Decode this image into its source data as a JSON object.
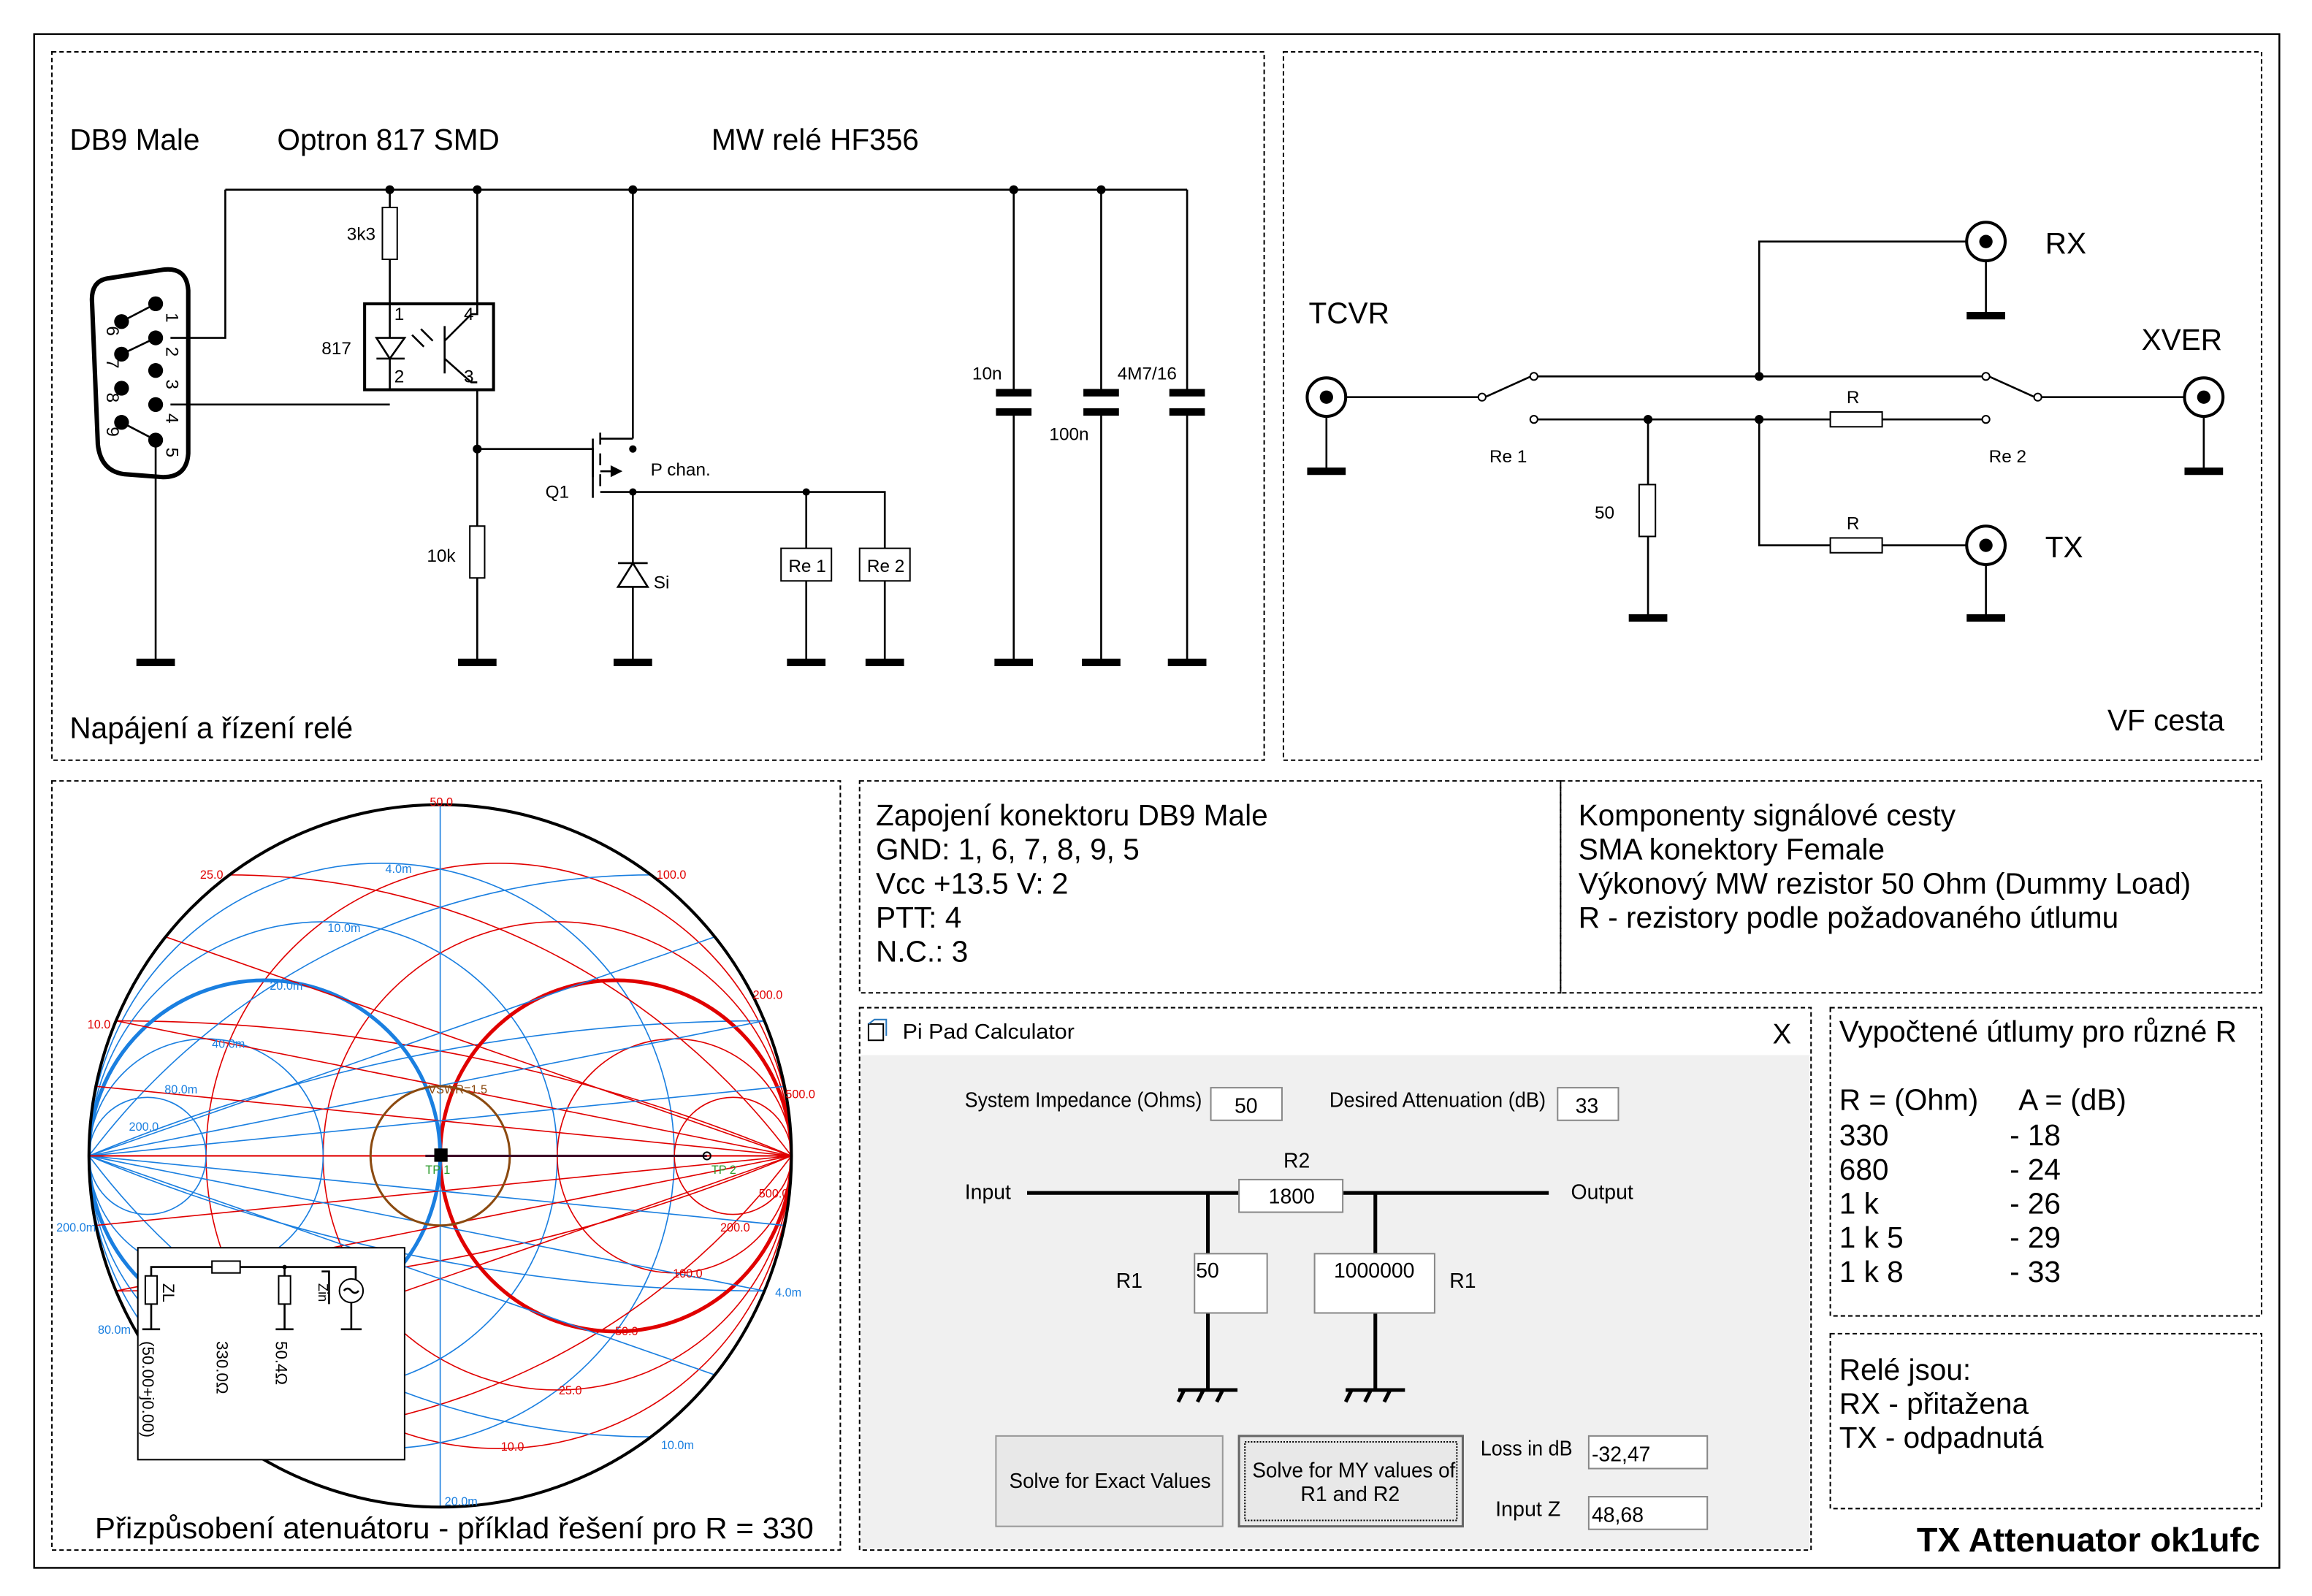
{
  "panel_power": {
    "db9_label": "DB9 Male",
    "optron_label": "Optron 817 SMD",
    "relay_label": "MW relé HF356",
    "r_3k3": "3k3",
    "opto_ref": "817",
    "opto_pins": [
      "1",
      "2",
      "4",
      "3"
    ],
    "db9_pins": [
      "1",
      "2",
      "3",
      "4",
      "5",
      "6",
      "7",
      "8",
      "9"
    ],
    "q1": "Q1",
    "p_chan": "P chan.",
    "r_10k": "10k",
    "diode": "Si",
    "re1": "Re 1",
    "re2": "Re 2",
    "c_10n": "10n",
    "c_100n": "100n",
    "c_4m7": "4M7/16",
    "caption": "Napájení a řízení relé"
  },
  "panel_rf": {
    "tcvr": "TCVR",
    "rx": "RX",
    "tx": "TX",
    "xvert": "XVER",
    "re1": "Re 1",
    "re2": "Re 2",
    "r50": "50",
    "r_label": "R",
    "caption": "VF cesta"
  },
  "smith": {
    "labels": [
      "50.0",
      "25.0",
      "100.0",
      "4.0m",
      "10.0m",
      "20.0m",
      "10.0",
      "200.0",
      "40.0m",
      "80.0m",
      "500.0",
      "200.0",
      "VSWR=1.5",
      "TP 1",
      "TP 2",
      "500.0",
      "200.0m",
      "200.0",
      "100.0",
      "4.0m",
      "80.0m",
      "50.0",
      "25.0",
      "10.0",
      "10.0m",
      "20.0m"
    ],
    "inset": {
      "zl": "ZL",
      "zl_value": "(50.00+j0.00)",
      "r1": "330.0Ω",
      "r2": "50.4Ω",
      "zin": "Zin"
    },
    "caption": "Přizpůsobení atenuátoru - příklad řešení pro R = 330",
    "colors": {
      "impedance": "#e00000",
      "admittance": "#1a7fe0",
      "vswr": "#8b4a10"
    }
  },
  "db9_info": {
    "lines": [
      "Zapojení konektoru DB9 Male",
      "GND: 1, 6, 7, 8, 9, 5",
      "Vcc +13.5 V: 2",
      "PTT: 4",
      "N.C.: 3"
    ]
  },
  "components": {
    "lines": [
      "Komponenty signálové cesty",
      "SMA konektory Female",
      "Výkonový MW rezistor 50 Ohm (Dummy Load)",
      "R - rezistory podle požadovaného útlumu"
    ]
  },
  "calculator": {
    "title": "Pi Pad Calculator",
    "close": "X",
    "system_impedance_label": "System Impedance (Ohms)",
    "system_impedance": "50",
    "attenuation_label": "Desired Attenuation (dB)",
    "attenuation": "33",
    "r2_label": "R2",
    "r2": "1800",
    "input_label": "Input",
    "output_label": "Output",
    "r1_label": "R1",
    "r1_left": "50",
    "r1_right": "1000000",
    "solve_exact": "Solve for Exact Values",
    "solve_my_1": "Solve for MY values of",
    "solve_my_2": "R1  and R2",
    "loss_label": "Loss in dB",
    "loss": "-32,47",
    "inputz_label": "Input Z",
    "inputz": "48,68"
  },
  "table": {
    "title": "Vypočtené útlumy pro různé R",
    "headers": [
      "R = (Ohm)",
      "A = (dB)"
    ],
    "rows": [
      [
        "330",
        "- 18"
      ],
      [
        "680",
        "- 24"
      ],
      [
        "1 k",
        "- 26"
      ],
      [
        "1 k 5",
        "- 29"
      ],
      [
        "1 k 8",
        "- 33"
      ]
    ]
  },
  "relays": {
    "lines": [
      "Relé jsou:",
      "RX - přitažena",
      "TX - odpadnutá"
    ]
  },
  "footer_title": "TX Attenuator ok1ufc"
}
